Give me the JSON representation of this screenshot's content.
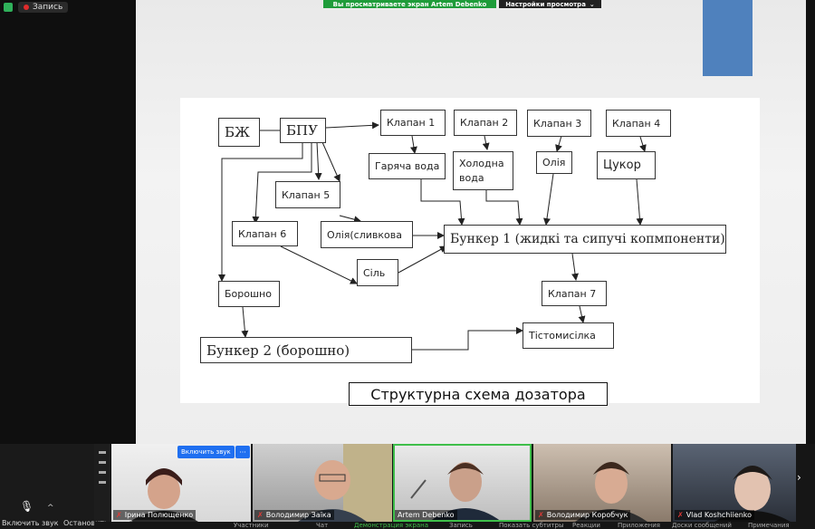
{
  "recording": {
    "label": "Запись"
  },
  "share_banner": {
    "text": "Вы просматриваете экран Artem Debenko",
    "view_options": "Настройки просмотра"
  },
  "diagram": {
    "bzh": "БЖ",
    "bpu": "БПУ",
    "klapan1": "Клапан 1",
    "klapan2": "Клапан 2",
    "klapan3": "Клапан 3",
    "klapan4": "Клапан 4",
    "klapan5": "Клапан 5",
    "klapan6": "Клапан 6",
    "klapan7": "Клапан 7",
    "hot_water": "Гаряча вода",
    "cold_water": "Холодна вода",
    "oil": "Олія",
    "sugar": "Цукор",
    "butter": "Олія(сливкова",
    "salt": "Сіль",
    "flour": "Борошно",
    "bunker1": "Бункер 1 (жидкі та сипучі копмпоненти)",
    "bunker2": "Бункер 2 (борошно)",
    "mixer": "Тістомисілка",
    "caption": "Структурна схема дозатора"
  },
  "gallery": {
    "unmute_button": "Включить звук",
    "more_button": "···",
    "participants": [
      {
        "name": "Ірина Полющенко"
      },
      {
        "name": "Володимир Заїка"
      },
      {
        "name": "Artem Debenko"
      },
      {
        "name": "Володимир Коробчук"
      },
      {
        "name": "Vlad Koshchiienko"
      }
    ]
  },
  "toolbar": {
    "mic_label": "Включить звук",
    "video_label": "Остановить видео",
    "participants": "Участники",
    "chat": "Чат",
    "share": "Демонстрация экрана",
    "record": "Запись",
    "subtitles": "Показать субтитры",
    "reactions": "Реакции",
    "apps": "Приложения",
    "whiteboard": "Доски сообщений",
    "notes": "Примечания"
  }
}
